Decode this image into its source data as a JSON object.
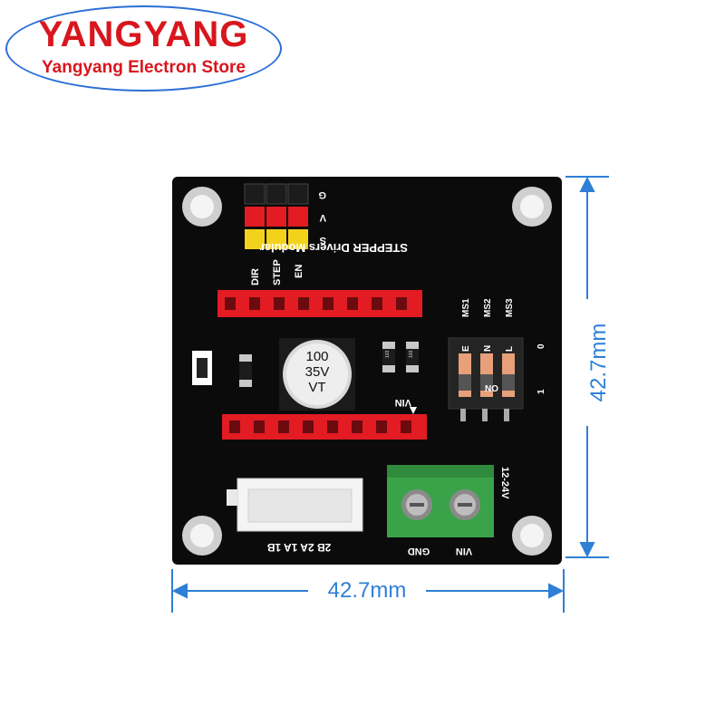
{
  "brand": {
    "name": "YANGYANG",
    "subtitle": "Yangyang Electron Store",
    "colors": {
      "red": "#d8161e",
      "ring": "#2a6fd6"
    }
  },
  "board": {
    "title": "STEPPER Drivers Modular",
    "header_pins": [
      "DIR",
      "STEP",
      "EN"
    ],
    "header_rows": [
      "G",
      "V",
      "S"
    ],
    "capacitor": [
      "100",
      "35V",
      "VT"
    ],
    "dip_labels": [
      "MS1",
      "MS2",
      "MS3"
    ],
    "dip_letters": [
      "E",
      "N",
      "L"
    ],
    "dip_on": "ON",
    "dip_side_0": "0",
    "dip_side_1": "1",
    "vin_label": "VIN",
    "motor_pins": "2B 2A 1A 1B",
    "terminal_labels": [
      "GND",
      "VIN"
    ],
    "voltage": "12-24V",
    "resistor_codes": [
      "103",
      "103"
    ],
    "colors": {
      "pcb": "#0b0b0b",
      "header": "#e31b23",
      "terminal": "#3aa34a"
    }
  },
  "dimensions": {
    "width": "42.7mm",
    "height": "42.7mm",
    "color": "#2f7fd6"
  }
}
